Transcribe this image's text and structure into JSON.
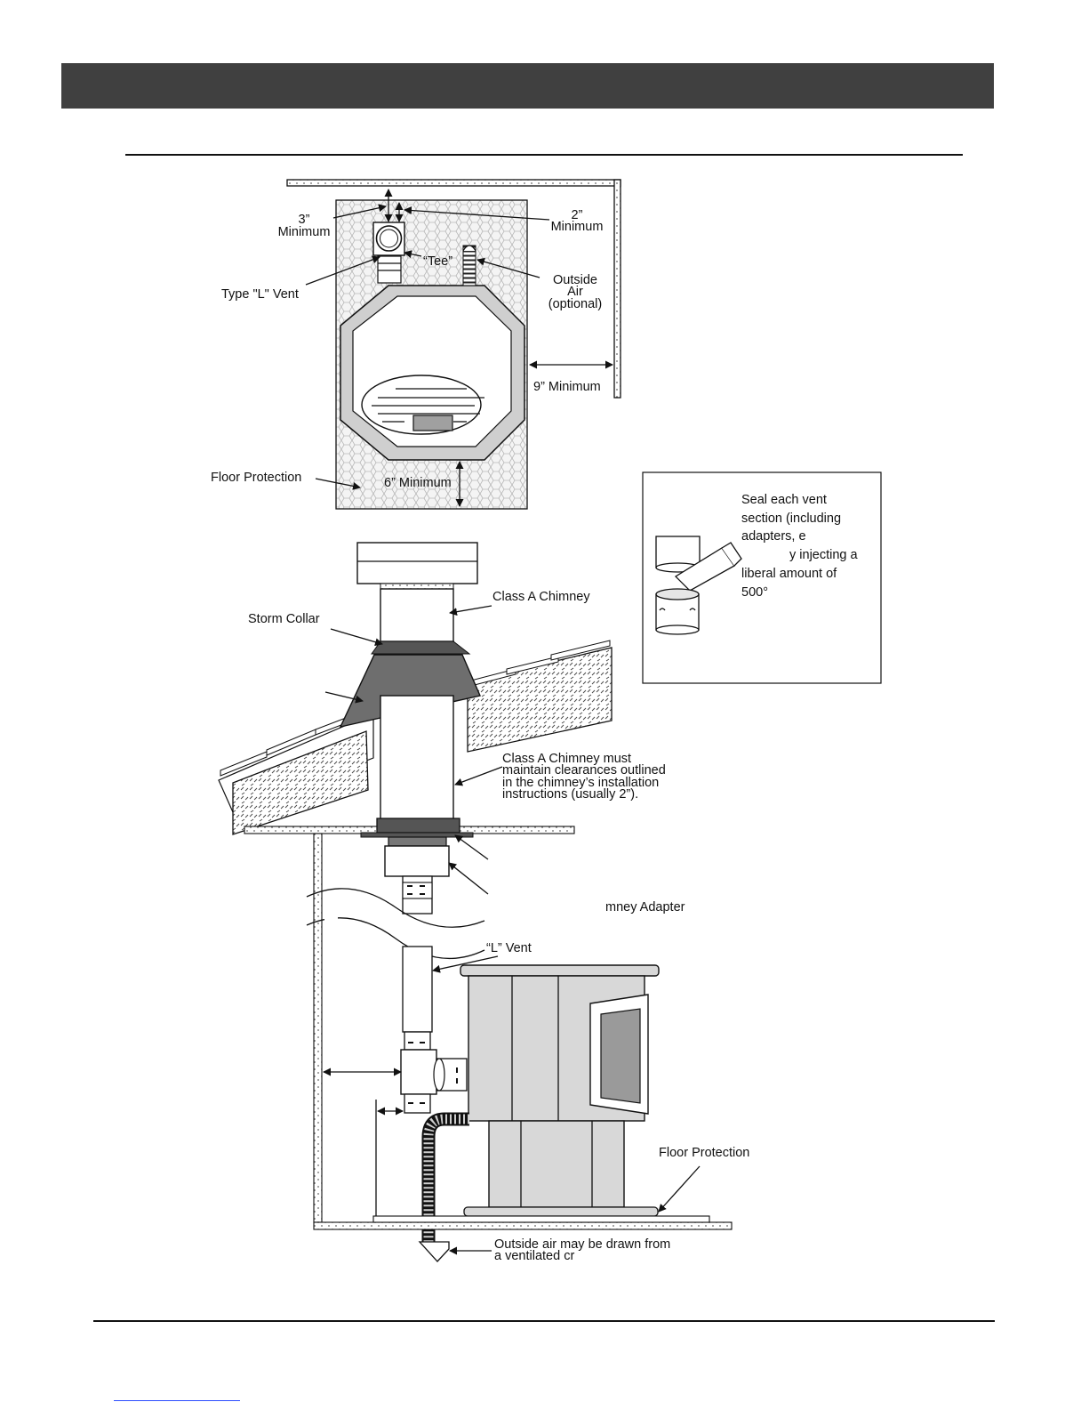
{
  "labels": {
    "three_inch": "3”",
    "minimum_left": "Minimum",
    "two_inch": "2”",
    "minimum_right": "Minimum",
    "tee": "“Tee”",
    "outside": "Outside",
    "air": "Air",
    "optional": "(optional)",
    "type_l_vent": "Type \"L\" Vent",
    "nine_min": "9” Minimum",
    "floor_protection_top": "Floor Protection",
    "six_min": "6” Minimum",
    "class_a_chimney": "Class A Chimney",
    "storm_collar": "Storm Collar",
    "clearance_line1": "Class A Chimney must",
    "clearance_line2": "maintain clearances outlined",
    "clearance_line3": "in the chimney’s installation",
    "clearance_line4": "instructions (usually 2”).",
    "chimney_adapter": "mney Adapter",
    "l_vent": "“L” Vent",
    "floor_protection_bottom": "Floor Protection",
    "outside_air_line1": "Outside air may be drawn from",
    "outside_air_line2": "a ventilated cr"
  },
  "seal_box": {
    "line1": "Seal each vent",
    "line2": "section (including",
    "line3": "adapters, e",
    "line4": "y injecting a",
    "line5": "liberal amount of",
    "line6": "500°"
  },
  "colors": {
    "header_bar": "#404040",
    "flashing": "#6e6e6e",
    "stove_body": "#d8d8d8",
    "stove_glass": "#9a9a9a",
    "footer_link": "#2b4cff"
  }
}
